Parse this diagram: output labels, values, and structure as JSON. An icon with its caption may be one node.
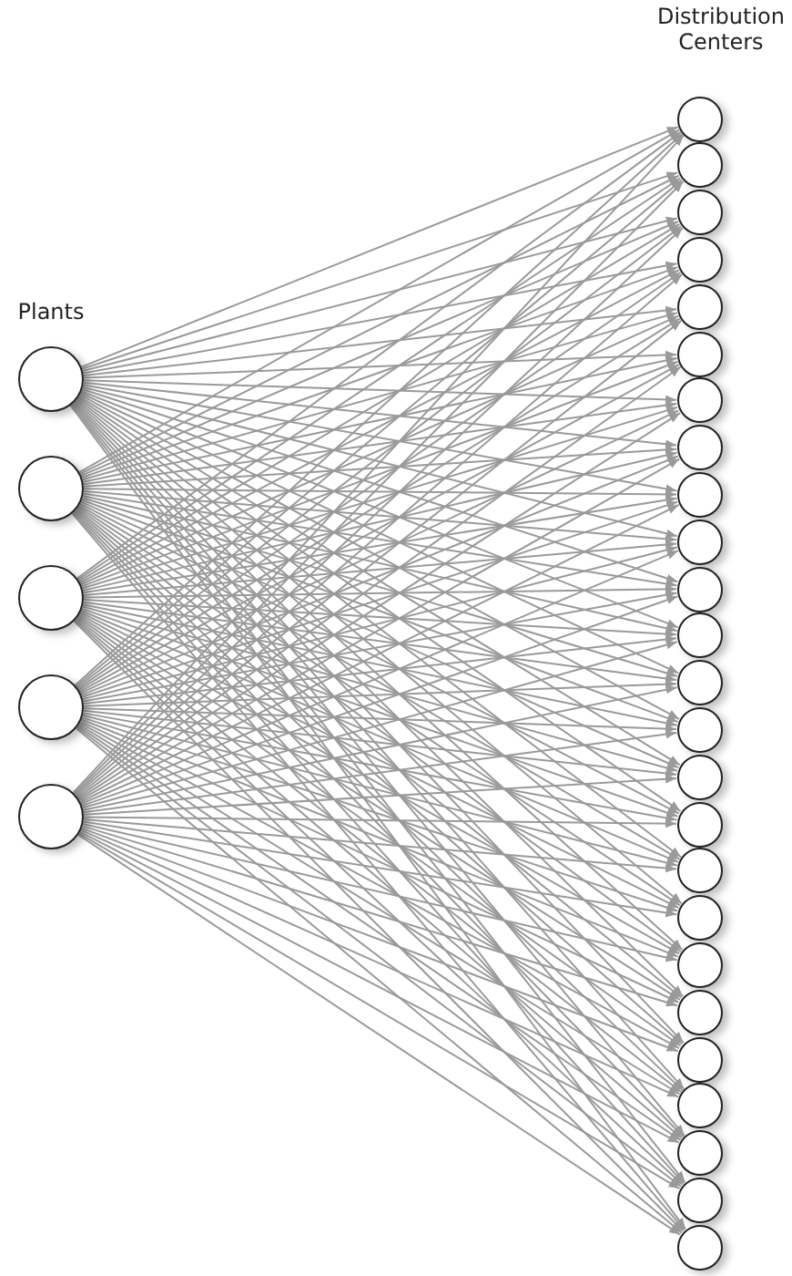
{
  "diagram": {
    "nodes": [
      {
        "text": [],
        "shape": "circle"
      },
      {
        "text": [],
        "shape": "circle"
      },
      {
        "text": [],
        "shape": "circle"
      },
      {
        "text": [],
        "shape": "circle"
      },
      {
        "text": [],
        "shape": "circle"
      },
      {
        "text": [],
        "shape": "circle"
      },
      {
        "text": [],
        "shape": "circle"
      },
      {
        "text": [],
        "shape": "circle"
      },
      {
        "text": [],
        "shape": "circle"
      },
      {
        "text": [],
        "shape": "circle"
      },
      {
        "text": [],
        "shape": "circle"
      },
      {
        "text": [],
        "shape": "circle"
      },
      {
        "text": [],
        "shape": "circle"
      },
      {
        "text": [],
        "shape": "circle"
      },
      {
        "text": [],
        "shape": "circle"
      },
      {
        "text": [],
        "shape": "circle"
      },
      {
        "text": [],
        "shape": "circle"
      },
      {
        "text": [],
        "shape": "circle"
      },
      {
        "text": [],
        "shape": "circle"
      },
      {
        "text": [],
        "shape": "circle"
      },
      {
        "text": [],
        "shape": "circle"
      },
      {
        "text": [],
        "shape": "circle"
      },
      {
        "text": [],
        "shape": "circle"
      },
      {
        "text": [],
        "shape": "circle"
      },
      {
        "text": [],
        "shape": "circle"
      },
      {
        "text": [],
        "shape": "circle"
      },
      {
        "text": [],
        "shape": "circle"
      },
      {
        "text": [],
        "shape": "circle"
      },
      {
        "text": [],
        "shape": "circle"
      },
      {
        "text": [],
        "shape": "circle"
      }
    ],
    "edges": [
      {
        "from": 0,
        "to": 5,
        "arrow": "to"
      },
      {
        "from": 0,
        "to": 6,
        "arrow": "to"
      },
      {
        "from": 0,
        "to": 7,
        "arrow": "to"
      },
      {
        "from": 0,
        "to": 8,
        "arrow": "to"
      },
      {
        "from": 0,
        "to": 9,
        "arrow": "to"
      },
      {
        "from": 0,
        "to": 10,
        "arrow": "to"
      },
      {
        "from": 0,
        "to": 11,
        "arrow": "to"
      },
      {
        "from": 0,
        "to": 12,
        "arrow": "to"
      },
      {
        "from": 0,
        "to": 13,
        "arrow": "to"
      },
      {
        "from": 0,
        "to": 14,
        "arrow": "to"
      },
      {
        "from": 0,
        "to": 15,
        "arrow": "to"
      },
      {
        "from": 0,
        "to": 16,
        "arrow": "to"
      },
      {
        "from": 0,
        "to": 17,
        "arrow": "to"
      },
      {
        "from": 0,
        "to": 18,
        "arrow": "to"
      },
      {
        "from": 0,
        "to": 19,
        "arrow": "to"
      },
      {
        "from": 0,
        "to": 20,
        "arrow": "to"
      },
      {
        "from": 0,
        "to": 21,
        "arrow": "to"
      },
      {
        "from": 0,
        "to": 22,
        "arrow": "to"
      },
      {
        "from": 0,
        "to": 23,
        "arrow": "to"
      },
      {
        "from": 0,
        "to": 24,
        "arrow": "to"
      },
      {
        "from": 0,
        "to": 25,
        "arrow": "to"
      },
      {
        "from": 0,
        "to": 26,
        "arrow": "to"
      },
      {
        "from": 0,
        "to": 27,
        "arrow": "to"
      },
      {
        "from": 0,
        "to": 28,
        "arrow": "to"
      },
      {
        "from": 0,
        "to": 29,
        "arrow": "to"
      },
      {
        "from": 1,
        "to": 5,
        "arrow": "to"
      },
      {
        "from": 1,
        "to": 6,
        "arrow": "to"
      },
      {
        "from": 1,
        "to": 7,
        "arrow": "to"
      },
      {
        "from": 1,
        "to": 8,
        "arrow": "to"
      },
      {
        "from": 1,
        "to": 9,
        "arrow": "to"
      },
      {
        "from": 1,
        "to": 10,
        "arrow": "to"
      },
      {
        "from": 1,
        "to": 11,
        "arrow": "to"
      },
      {
        "from": 1,
        "to": 12,
        "arrow": "to"
      },
      {
        "from": 1,
        "to": 13,
        "arrow": "to"
      },
      {
        "from": 1,
        "to": 14,
        "arrow": "to"
      },
      {
        "from": 1,
        "to": 15,
        "arrow": "to"
      },
      {
        "from": 1,
        "to": 16,
        "arrow": "to"
      },
      {
        "from": 1,
        "to": 17,
        "arrow": "to"
      },
      {
        "from": 1,
        "to": 18,
        "arrow": "to"
      },
      {
        "from": 1,
        "to": 19,
        "arrow": "to"
      },
      {
        "from": 1,
        "to": 20,
        "arrow": "to"
      },
      {
        "from": 1,
        "to": 21,
        "arrow": "to"
      },
      {
        "from": 1,
        "to": 22,
        "arrow": "to"
      },
      {
        "from": 1,
        "to": 23,
        "arrow": "to"
      },
      {
        "from": 1,
        "to": 24,
        "arrow": "to"
      },
      {
        "from": 1,
        "to": 25,
        "arrow": "to"
      },
      {
        "from": 1,
        "to": 26,
        "arrow": "to"
      },
      {
        "from": 1,
        "to": 27,
        "arrow": "to"
      },
      {
        "from": 1,
        "to": 28,
        "arrow": "to"
      },
      {
        "from": 1,
        "to": 29,
        "arrow": "to"
      },
      {
        "from": 2,
        "to": 5,
        "arrow": "to"
      },
      {
        "from": 2,
        "to": 6,
        "arrow": "to"
      },
      {
        "from": 2,
        "to": 7,
        "arrow": "to"
      },
      {
        "from": 2,
        "to": 8,
        "arrow": "to"
      },
      {
        "from": 2,
        "to": 9,
        "arrow": "to"
      },
      {
        "from": 2,
        "to": 10,
        "arrow": "to"
      },
      {
        "from": 2,
        "to": 11,
        "arrow": "to"
      },
      {
        "from": 2,
        "to": 12,
        "arrow": "to"
      },
      {
        "from": 2,
        "to": 13,
        "arrow": "to"
      },
      {
        "from": 2,
        "to": 14,
        "arrow": "to"
      },
      {
        "from": 2,
        "to": 15,
        "arrow": "to"
      },
      {
        "from": 2,
        "to": 16,
        "arrow": "to"
      },
      {
        "from": 2,
        "to": 17,
        "arrow": "to"
      },
      {
        "from": 2,
        "to": 18,
        "arrow": "to"
      },
      {
        "from": 2,
        "to": 19,
        "arrow": "to"
      },
      {
        "from": 2,
        "to": 20,
        "arrow": "to"
      },
      {
        "from": 2,
        "to": 21,
        "arrow": "to"
      },
      {
        "from": 2,
        "to": 22,
        "arrow": "to"
      },
      {
        "from": 2,
        "to": 23,
        "arrow": "to"
      },
      {
        "from": 2,
        "to": 24,
        "arrow": "to"
      },
      {
        "from": 2,
        "to": 25,
        "arrow": "to"
      },
      {
        "from": 2,
        "to": 26,
        "arrow": "to"
      },
      {
        "from": 2,
        "to": 27,
        "arrow": "to"
      },
      {
        "from": 2,
        "to": 28,
        "arrow": "to"
      },
      {
        "from": 2,
        "to": 29,
        "arrow": "to"
      },
      {
        "from": 3,
        "to": 5,
        "arrow": "to"
      },
      {
        "from": 3,
        "to": 6,
        "arrow": "to"
      },
      {
        "from": 3,
        "to": 7,
        "arrow": "to"
      },
      {
        "from": 3,
        "to": 8,
        "arrow": "to"
      },
      {
        "from": 3,
        "to": 9,
        "arrow": "to"
      },
      {
        "from": 3,
        "to": 10,
        "arrow": "to"
      },
      {
        "from": 3,
        "to": 11,
        "arrow": "to"
      },
      {
        "from": 3,
        "to": 12,
        "arrow": "to"
      },
      {
        "from": 3,
        "to": 13,
        "arrow": "to"
      },
      {
        "from": 3,
        "to": 14,
        "arrow": "to"
      },
      {
        "from": 3,
        "to": 15,
        "arrow": "to"
      },
      {
        "from": 3,
        "to": 16,
        "arrow": "to"
      },
      {
        "from": 3,
        "to": 17,
        "arrow": "to"
      },
      {
        "from": 3,
        "to": 18,
        "arrow": "to"
      },
      {
        "from": 3,
        "to": 19,
        "arrow": "to"
      },
      {
        "from": 3,
        "to": 20,
        "arrow": "to"
      },
      {
        "from": 3,
        "to": 21,
        "arrow": "to"
      },
      {
        "from": 3,
        "to": 22,
        "arrow": "to"
      },
      {
        "from": 3,
        "to": 23,
        "arrow": "to"
      },
      {
        "from": 3,
        "to": 24,
        "arrow": "to"
      },
      {
        "from": 3,
        "to": 25,
        "arrow": "to"
      },
      {
        "from": 3,
        "to": 26,
        "arrow": "to"
      },
      {
        "from": 3,
        "to": 27,
        "arrow": "to"
      },
      {
        "from": 3,
        "to": 28,
        "arrow": "to"
      },
      {
        "from": 3,
        "to": 29,
        "arrow": "to"
      },
      {
        "from": 4,
        "to": 5,
        "arrow": "to"
      },
      {
        "from": 4,
        "to": 6,
        "arrow": "to"
      },
      {
        "from": 4,
        "to": 7,
        "arrow": "to"
      },
      {
        "from": 4,
        "to": 8,
        "arrow": "to"
      },
      {
        "from": 4,
        "to": 9,
        "arrow": "to"
      },
      {
        "from": 4,
        "to": 10,
        "arrow": "to"
      },
      {
        "from": 4,
        "to": 11,
        "arrow": "to"
      },
      {
        "from": 4,
        "to": 12,
        "arrow": "to"
      },
      {
        "from": 4,
        "to": 13,
        "arrow": "to"
      },
      {
        "from": 4,
        "to": 14,
        "arrow": "to"
      },
      {
        "from": 4,
        "to": 15,
        "arrow": "to"
      },
      {
        "from": 4,
        "to": 16,
        "arrow": "to"
      },
      {
        "from": 4,
        "to": 17,
        "arrow": "to"
      },
      {
        "from": 4,
        "to": 18,
        "arrow": "to"
      },
      {
        "from": 4,
        "to": 19,
        "arrow": "to"
      },
      {
        "from": 4,
        "to": 20,
        "arrow": "to"
      },
      {
        "from": 4,
        "to": 21,
        "arrow": "to"
      },
      {
        "from": 4,
        "to": 22,
        "arrow": "to"
      },
      {
        "from": 4,
        "to": 23,
        "arrow": "to"
      },
      {
        "from": 4,
        "to": 24,
        "arrow": "to"
      },
      {
        "from": 4,
        "to": 25,
        "arrow": "to"
      },
      {
        "from": 4,
        "to": 26,
        "arrow": "to"
      },
      {
        "from": 4,
        "to": 27,
        "arrow": "to"
      },
      {
        "from": 4,
        "to": 28,
        "arrow": "to"
      },
      {
        "from": 4,
        "to": 29,
        "arrow": "to"
      }
    ],
    "labels": [
      "Distribution Centers",
      "Plants"
    ]
  }
}
